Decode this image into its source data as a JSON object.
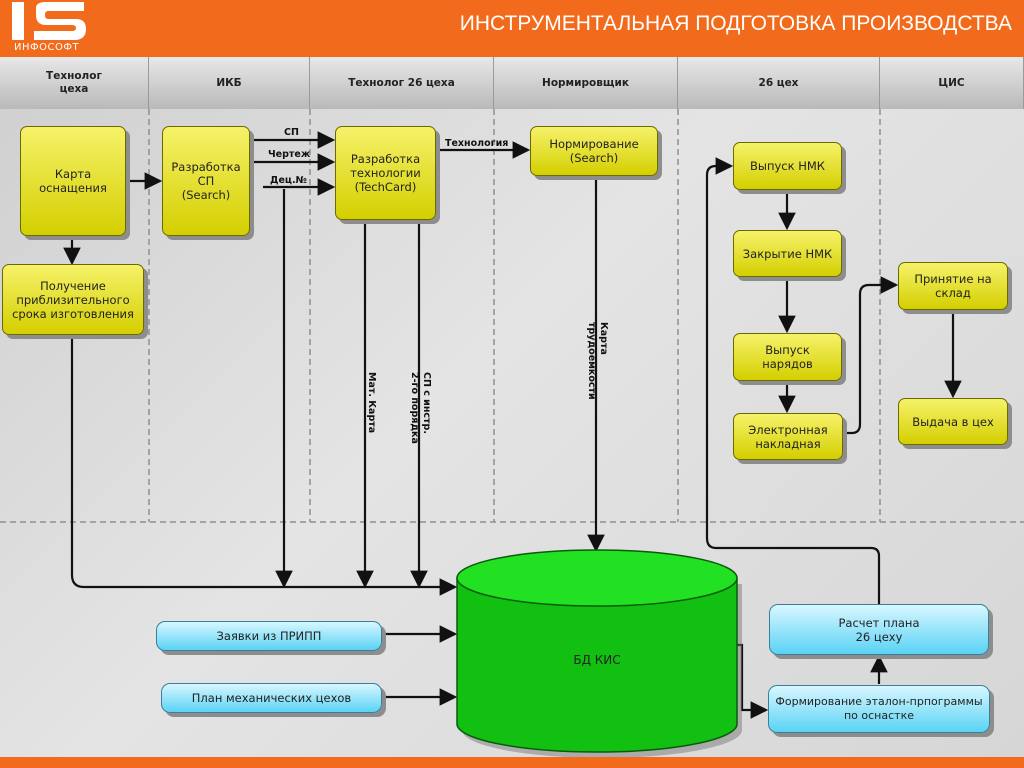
{
  "header": {
    "title": "ИНСТРУМЕНТАЛЬНАЯ ПОДГОТОВКА ПРОИЗВОДСТВА",
    "logo_text": "ИНФОСОФТ",
    "color": "#f26a1b"
  },
  "lanes": [
    {
      "label": "Технолог\nцеха"
    },
    {
      "label": "ИКБ"
    },
    {
      "label": "Технолог 26 цеха"
    },
    {
      "label": "Нормировщик"
    },
    {
      "label": "26 цех"
    },
    {
      "label": "ЦИС"
    }
  ],
  "nodes": {
    "karta": "Карта\nоснащения",
    "poluchenie": "Получение\nприблизительного\nсрока изготовления",
    "razrabotka_sp": "Разработка\nСП\n(Search)",
    "razrabotka_teh": "Разработка\nтехнологии\n(TechCard)",
    "normirovanie": "Нормирование\n(Search)",
    "vypusk_nmk": "Выпуск НМК",
    "zakrytie_nmk": "Закрытие НМК",
    "vypusk_naryadov": "Выпуск\nнарядов",
    "el_nakladnaya": "Электронная\nнакладная",
    "prinyatie": "Принятие на\nсклад",
    "vydacha": "Выдача в цех",
    "db": "БД КИС",
    "zayavki": "Заявки из ПРИПП",
    "plan_meh": "План механических цехов",
    "raschet": "Расчет плана\n26 цеху",
    "formirovanie": "Формирование эталон-прпограммы\nпо оснастке"
  },
  "edge_labels": {
    "sp": "СП",
    "chertezh": "Чертеж",
    "dec": "Дец.№",
    "tehnologiya": "Технология",
    "mat_karta": "Мат. Карта",
    "sp_instr": "СП с инстр.\n2-го порядка",
    "karta_trud": "Карта\nтрудоемкости"
  }
}
